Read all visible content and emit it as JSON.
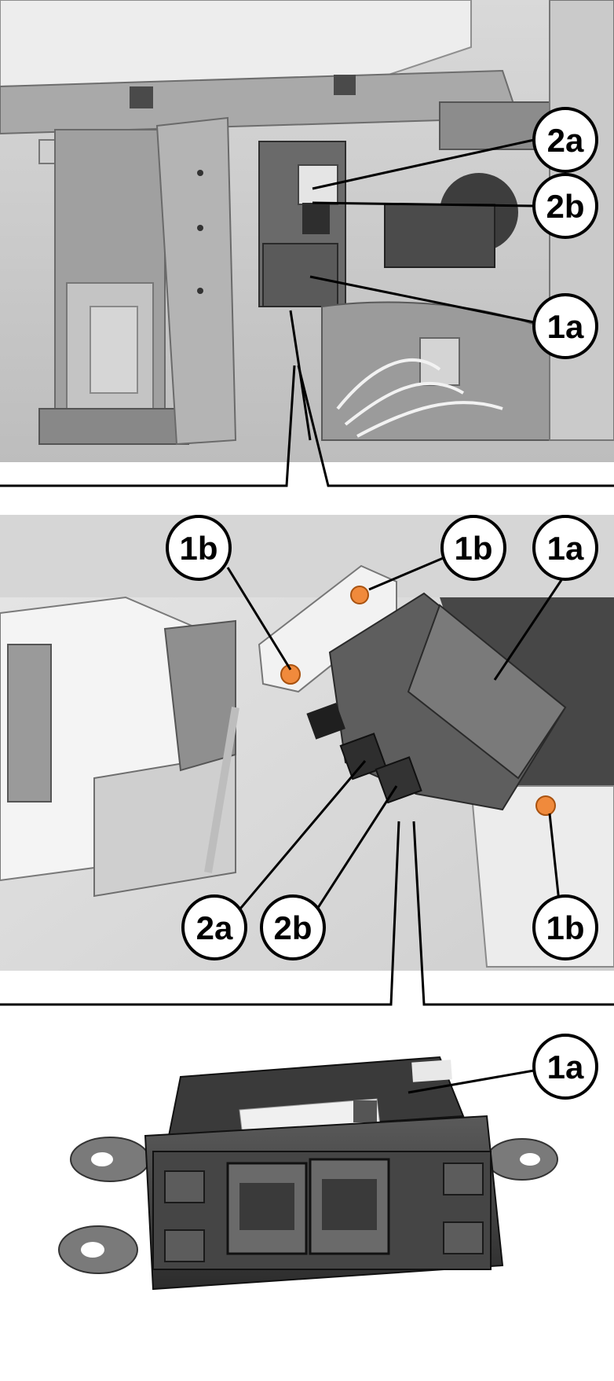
{
  "panels": {
    "top": {
      "callouts": [
        {
          "id": "top-2a",
          "label": "2a"
        },
        {
          "id": "top-2b",
          "label": "2b"
        },
        {
          "id": "top-1a",
          "label": "1a"
        }
      ]
    },
    "middle": {
      "callouts": [
        {
          "id": "mid-1b-left",
          "label": "1b"
        },
        {
          "id": "mid-1b-top",
          "label": "1b"
        },
        {
          "id": "mid-1a",
          "label": "1a"
        },
        {
          "id": "mid-1b-right",
          "label": "1b"
        },
        {
          "id": "mid-2a",
          "label": "2a"
        },
        {
          "id": "mid-2b",
          "label": "2b"
        }
      ]
    },
    "bottom": {
      "callouts": [
        {
          "id": "bot-1a",
          "label": "1a"
        }
      ]
    }
  },
  "colors": {
    "fastener": "#f08a3c",
    "callout_fill": "#ffffff",
    "callout_stroke": "#000000"
  }
}
